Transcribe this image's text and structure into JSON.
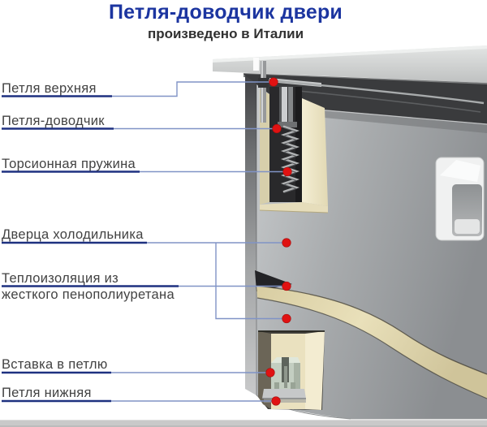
{
  "header": {
    "title": "Петля-доводчик двери",
    "subtitle": "произведено в Италии"
  },
  "labels": [
    {
      "text": "Петля верхняя"
    },
    {
      "text": "Петля-доводчик"
    },
    {
      "text": "Торсионная пружина"
    },
    {
      "text": "Дверца холодильника"
    },
    {
      "line1": "Теплоизоляция из",
      "line2": "жесткого пенополиуретана"
    },
    {
      "text": "Вставка в петлю"
    },
    {
      "text": "Петля нижняя"
    }
  ],
  "colors": {
    "title_blue": "#1c35a0",
    "label_text": "#424242",
    "underline_navy": "#1e3180",
    "connector_blue": "#8093c6",
    "marker_red": "#e01212",
    "foam_cream": "#e9e0ba",
    "door_steel": "#a9acae",
    "bottom_strip": "#c9c9c9"
  }
}
